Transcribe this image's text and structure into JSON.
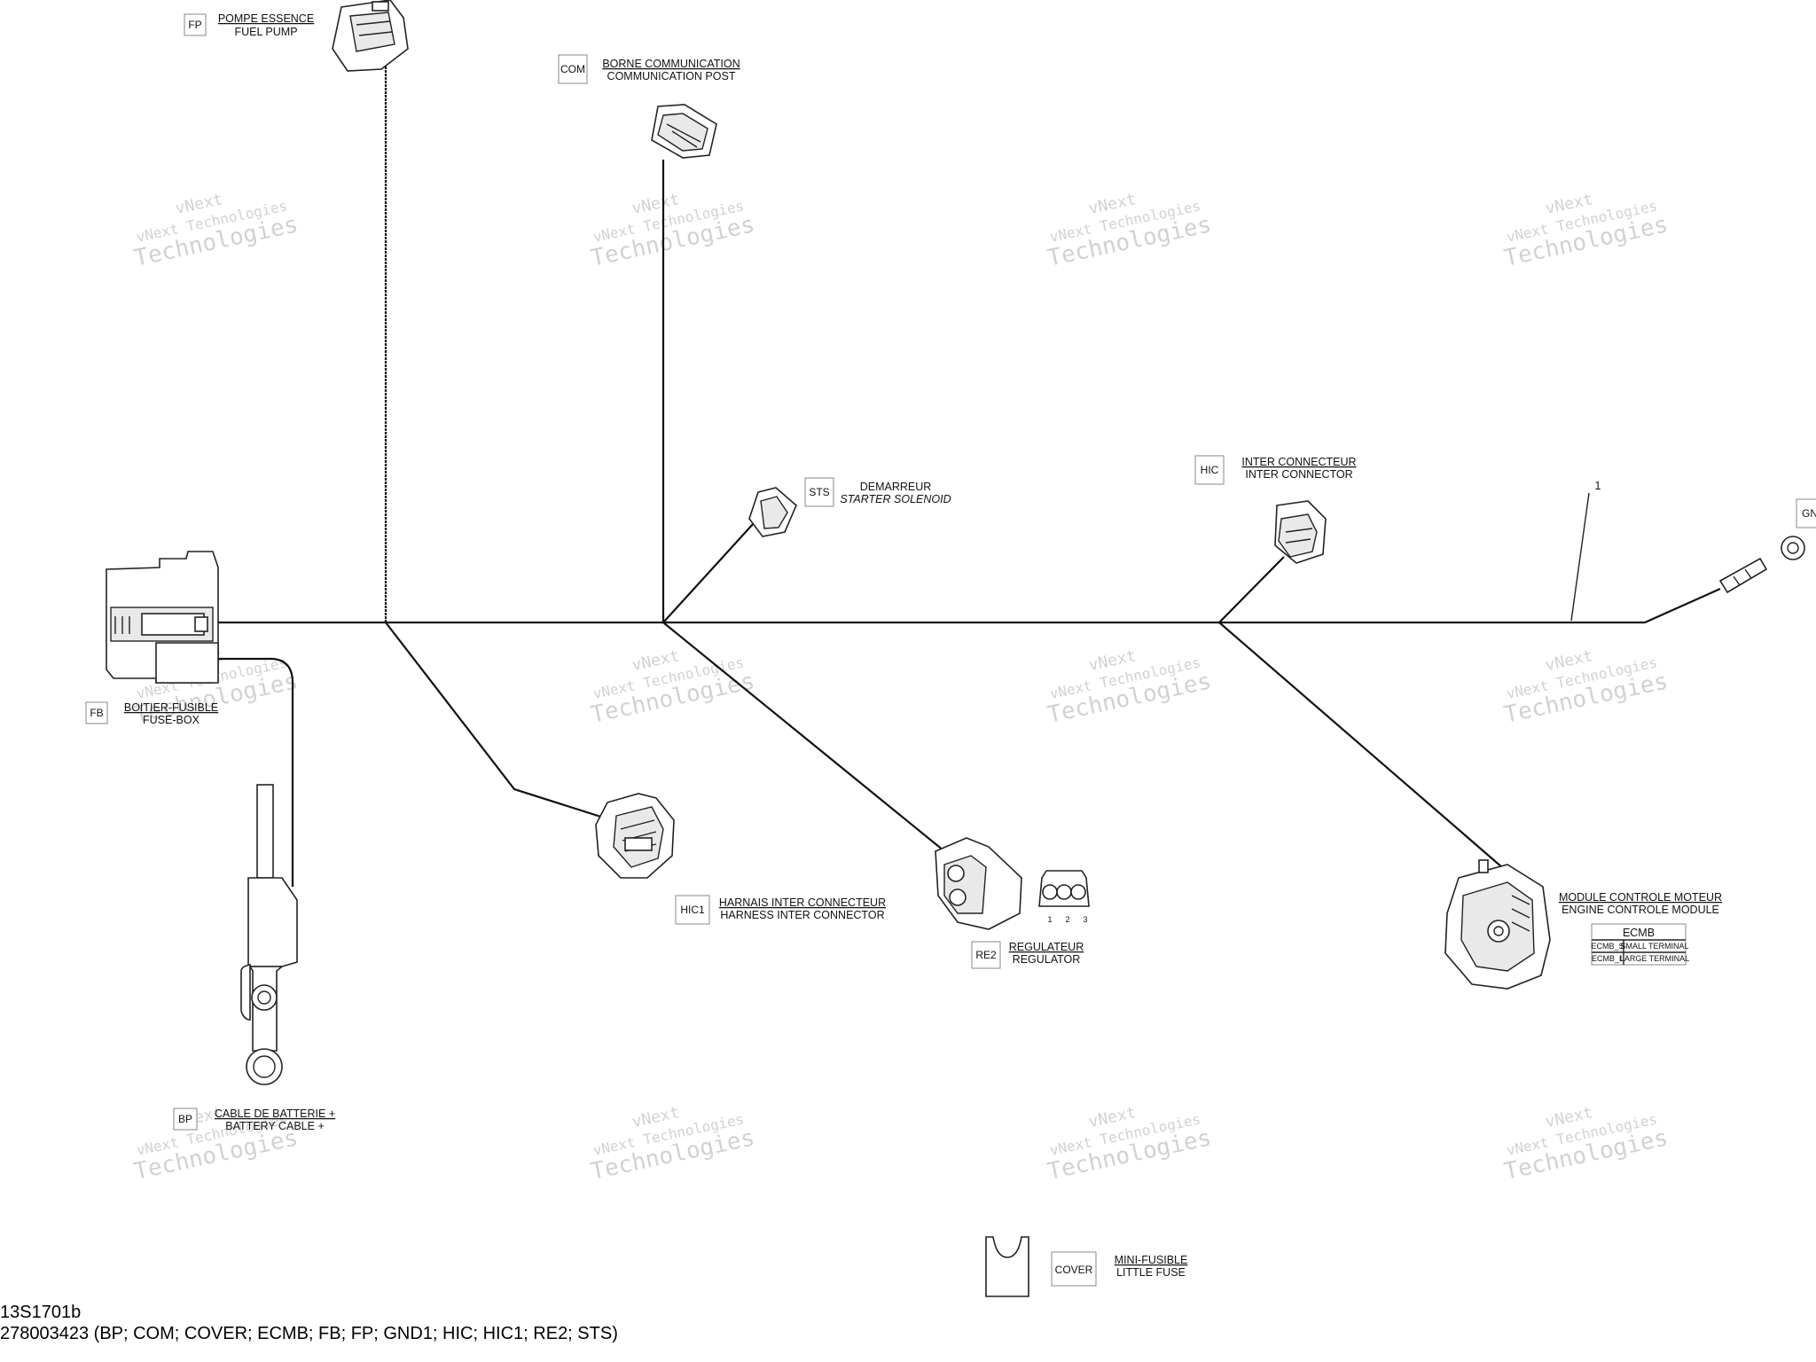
{
  "watermark": {
    "line1": "vNext",
    "line2": "vNext Technologies",
    "line3": "Technologies"
  },
  "components": {
    "fp": {
      "code": "FP",
      "name_fr": "POMPE ESSENCE",
      "name_en": "FUEL PUMP"
    },
    "com": {
      "code": "COM",
      "name_fr": "BORNE COMMUNICATION",
      "name_en": "COMMUNICATION POST"
    },
    "sts": {
      "code": "STS",
      "name_fr": "DEMARREUR",
      "name_en": "STARTER SOLENOID"
    },
    "hic": {
      "code": "HIC",
      "name_fr": "INTER CONNECTEUR",
      "name_en": "INTER CONNECTOR"
    },
    "gnd": {
      "code": "GN"
    },
    "fb": {
      "code": "FB",
      "name_fr": "BOITIER-FUSIBLE",
      "name_en": "FUSE-BOX"
    },
    "hic1": {
      "code": "HIC1",
      "name_fr": "HARNAIS INTER CONNECTEUR",
      "name_en": "HARNESS INTER CONNECTOR"
    },
    "re2": {
      "code": "RE2",
      "name_fr": "REGULATEUR",
      "name_en": "REGULATOR",
      "pins": [
        "1",
        "2",
        "3"
      ]
    },
    "ecmb": {
      "name_fr": "MODULE CONTROLE MOTEUR",
      "name_en": "ENGINE CONTROLE MODULE",
      "table_header": "ECMB",
      "rows": [
        {
          "code": "ECMB_S",
          "desc": "SMALL TERMINAL"
        },
        {
          "code": "ECMB_L",
          "desc": "LARGE TERMINAL"
        }
      ]
    },
    "bp": {
      "code": "BP",
      "name_fr": "CABLE DE BATTERIE +",
      "name_en": "BATTERY CABLE +"
    },
    "cover": {
      "code": "COVER",
      "name_fr": "MINI-FUSIBLE",
      "name_en": "LITTLE FUSE"
    }
  },
  "callout": {
    "number": "1"
  },
  "footer": {
    "line1": "13S1701b",
    "line2": "278003423 (BP; COM; COVER; ECMB; FB; FP; GND1; HIC; HIC1; RE2; STS)"
  }
}
